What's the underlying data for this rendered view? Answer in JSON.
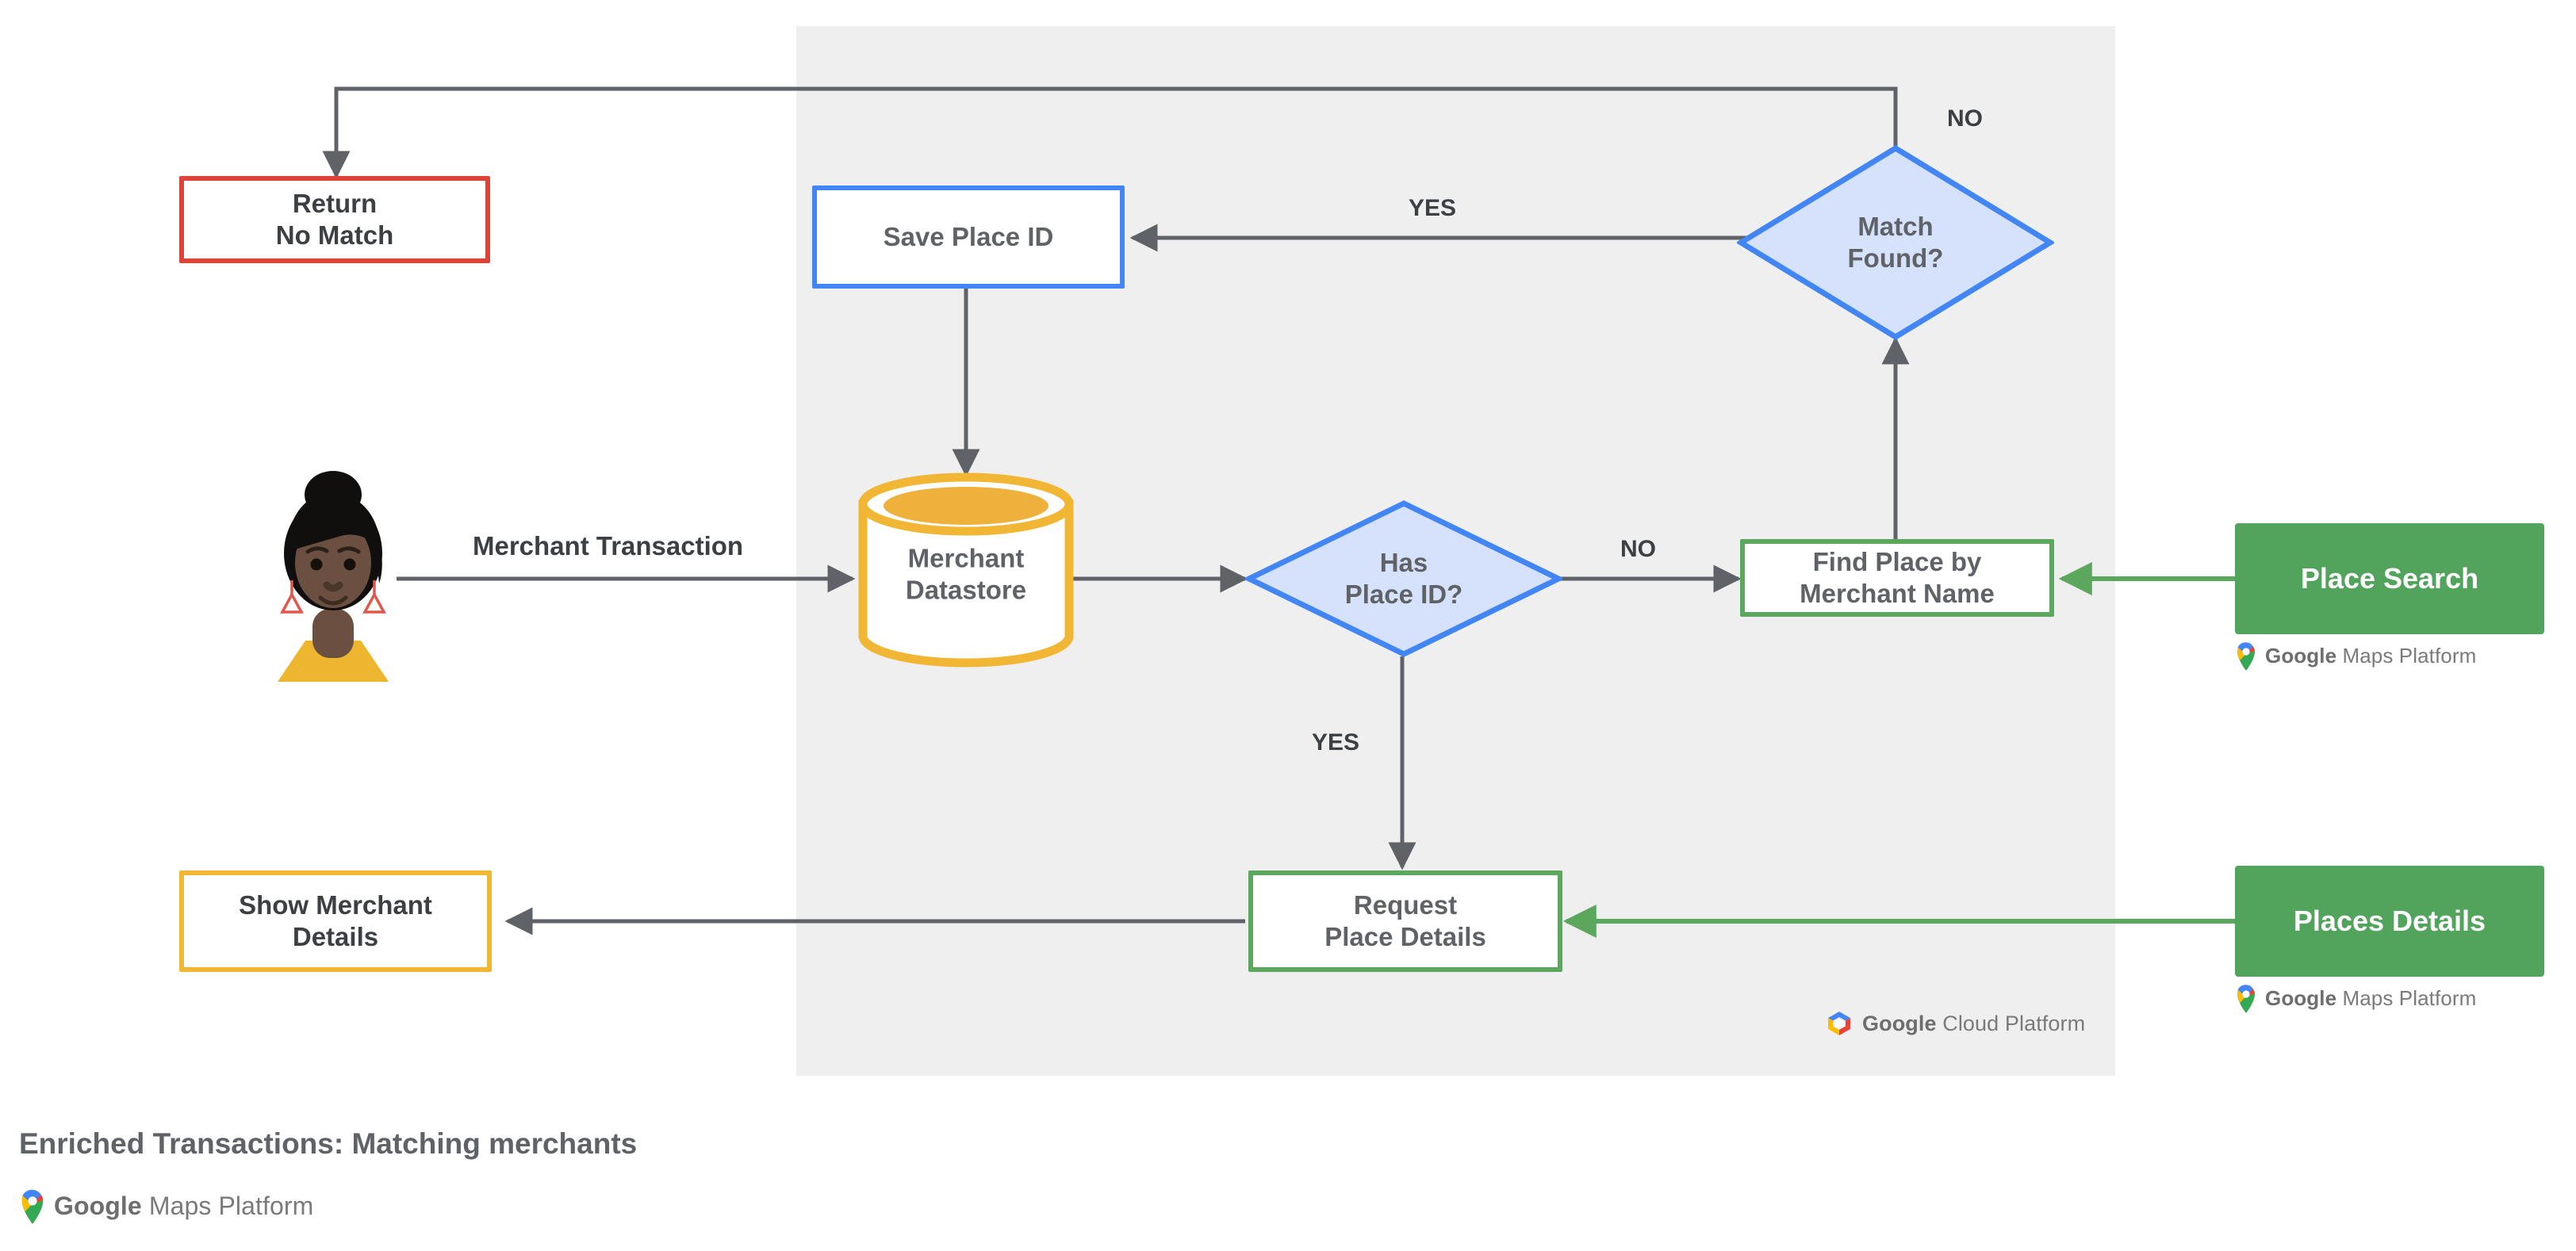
{
  "diagram": {
    "caption": "Enriched Transactions: Matching merchants",
    "panel_label": "google-cloud-platform-region"
  },
  "nodes": {
    "return_no_match": {
      "label": "Return\nNo Match",
      "border_color": "#db4437",
      "shape": "rectangle"
    },
    "save_place_id": {
      "label": "Save Place ID",
      "border_color": "#4285f4",
      "shape": "rectangle"
    },
    "merchant_datastore": {
      "label": "Merchant\nDatastore",
      "border_color": "#f2b635",
      "shape": "cylinder"
    },
    "has_place_id": {
      "label": "Has\nPlace ID?",
      "border_color": "#4285f4",
      "fill_color": "#d6e2fb",
      "shape": "diamond"
    },
    "match_found": {
      "label": "Match\nFound?",
      "border_color": "#4285f4",
      "fill_color": "#d6e2fb",
      "shape": "diamond"
    },
    "find_place_by_merchant_name": {
      "label": "Find Place by\nMerchant Name",
      "border_color": "#5ba75e",
      "shape": "rectangle"
    },
    "request_place_details": {
      "label": "Request\nPlace Details",
      "border_color": "#5ba75e",
      "shape": "rectangle"
    },
    "show_merchant_details": {
      "label": "Show Merchant\nDetails",
      "border_color": "#f2b635",
      "shape": "rectangle"
    },
    "place_search": {
      "label": "Place Search",
      "fill_color": "#52a35c",
      "text_color": "#ffffff",
      "shape": "rectangle"
    },
    "places_details": {
      "label": "Places Details",
      "fill_color": "#52a35c",
      "text_color": "#ffffff",
      "shape": "rectangle"
    }
  },
  "edges": {
    "merchant_transaction": "Merchant Transaction",
    "has_place_id_yes": "YES",
    "has_place_id_no": "NO",
    "match_found_yes": "YES",
    "match_found_no": "NO"
  },
  "brands": {
    "maps_platform_word1": "Google",
    "maps_platform_word2": "Maps Platform",
    "cloud_platform_word1": "Google",
    "cloud_platform_word2": "Cloud Platform"
  },
  "colors": {
    "panel_background": "#efefef",
    "page_background": "#ffffff",
    "connector": "#5f6368",
    "green_connector": "#5ba75e",
    "red": "#db4437",
    "blue": "#4285f4",
    "green": "#5ba75e",
    "yellow": "#f2b635",
    "text": "#5f6368"
  }
}
